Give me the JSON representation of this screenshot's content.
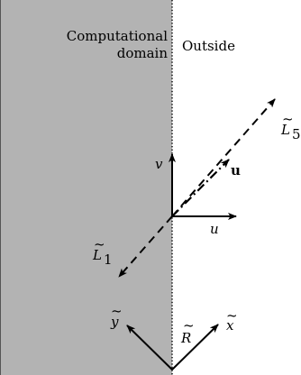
{
  "regions": {
    "computational_domain_line1": "Computational",
    "computational_domain_line2": "domain",
    "outside": "Outside"
  },
  "labels": {
    "velocity": "u",
    "velocity_x": "u",
    "velocity_y": "v",
    "wave_1": "L",
    "wave_1_subscript": "1",
    "wave_5": "L",
    "wave_5_subscript": "5",
    "frame": "R",
    "frame_x": "x",
    "frame_y": "y"
  },
  "colors": {
    "domain_fill": "#b3b3b3",
    "outside_fill": "#ffffff",
    "ink": "#000000"
  }
}
